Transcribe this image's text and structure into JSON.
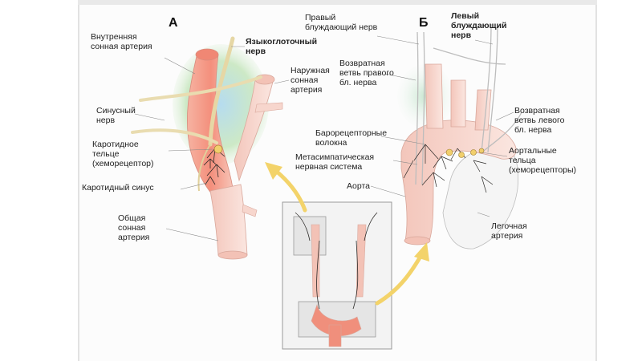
{
  "panel_a": {
    "letter": "А",
    "labels": {
      "internal_carotid": "Внутренняя\nсонная артерия",
      "glossopharyngeal": "Языкоглоточный\nнерв",
      "external_carotid": "Наружная\nсонная\nартерия",
      "sinus_nerve": "Синусный\nнерв",
      "carotid_body": "Каротидное\nтельце\n(хеморецептор)",
      "carotid_sinus": "Каротидный синус",
      "common_carotid": "Общая\nсонная\nартерия"
    }
  },
  "panel_b": {
    "letter": "Б",
    "labels": {
      "right_vagus": "Правый\nблуждающий нерв",
      "left_vagus": "Левый\nблуждающий\nнерв",
      "recurrent_right": "Возвратная\nветвь правого\nбл. нерва",
      "recurrent_left": "Возвратная\nветвь левого\nбл. нерва",
      "baroreceptor_fibers": "Барорецепторные\nволокна",
      "metasympathetic": "Метасимпатическая\nнервная система",
      "aortic_bodies": "Аортальные\nтельца\n(хеморецепторы)",
      "aorta": "Аорта",
      "pulmonary_artery": "Легочная\nартерия"
    }
  },
  "colors": {
    "artery_red": "#f4a08e",
    "artery_pale": "#f8d9d0",
    "nerve": "#e9dcb0",
    "tint_green": "#c9e7c5",
    "tint_blue": "#bcd9ee",
    "arrow": "#f3d36a"
  }
}
